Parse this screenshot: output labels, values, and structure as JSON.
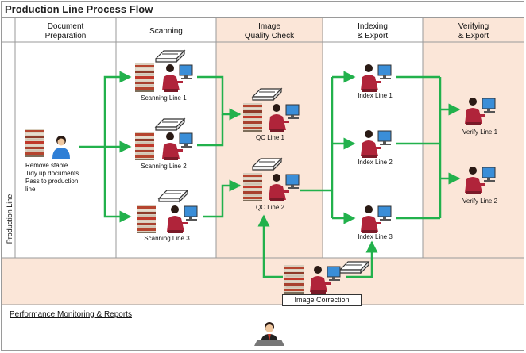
{
  "title": "Production Line Process Flow",
  "swimlane_label": "Production Line",
  "columns": [
    {
      "line1": "Document",
      "line2": "Preparation"
    },
    {
      "line1": "Scanning",
      "line2": ""
    },
    {
      "line1": "Image",
      "line2": "Quality Check"
    },
    {
      "line1": "Indexing",
      "line2": "& Export"
    },
    {
      "line1": "Verifying",
      "line2": "& Export"
    }
  ],
  "preparation": {
    "lines": [
      "Remove stable",
      "Tidy up documents",
      "Pass to production",
      "line"
    ]
  },
  "stations": {
    "scan1": "Scanning Line 1",
    "scan2": "Scanning Line 2",
    "scan3": "Scanning Line 3",
    "qc1": "QC Line 1",
    "qc2": "QC Line 2",
    "index1": "Index Line 1",
    "index2": "Index Line 2",
    "index3": "Index Line 3",
    "verify1": "Verify Line 1",
    "verify2": "Verify Line 2"
  },
  "image_correction": "Image Correction",
  "performance_title": "Performance Monitoring & Reports",
  "colors": {
    "arrow": "#22b14c",
    "shaded_column": "#fbe6d8",
    "border": "#9a9a9a",
    "paper": "#c0392b",
    "worker": "#b0243a",
    "screen": "#3a8ed8"
  }
}
